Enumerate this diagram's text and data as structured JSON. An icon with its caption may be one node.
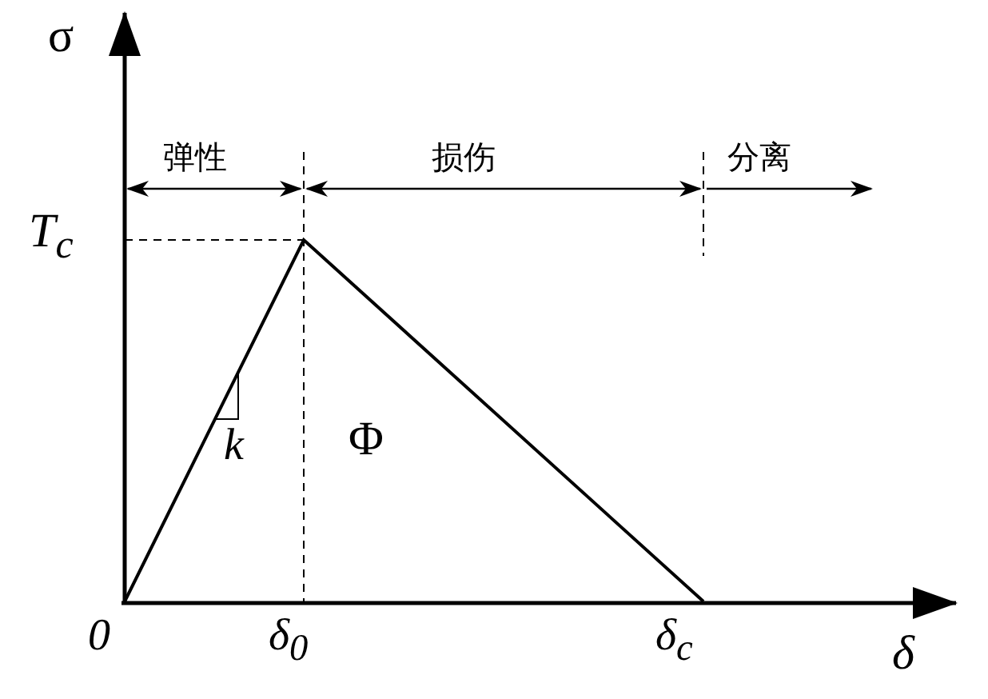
{
  "diagram": {
    "labels": [
      "σ",
      "弹性",
      "损伤",
      "分离",
      "T$_{c}$",
      "k",
      "Φ",
      "0",
      "δ$_{0}$",
      "δ$_{c}$",
      "δ"
    ]
  }
}
